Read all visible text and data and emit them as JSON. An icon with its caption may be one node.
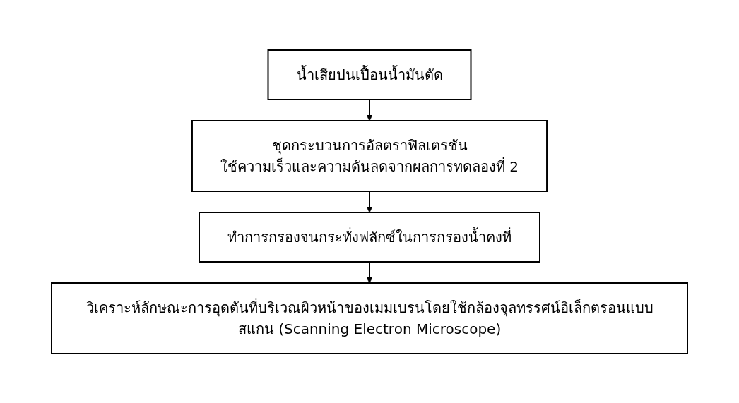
{
  "diagram": {
    "nodes": [
      {
        "text": [
          "น้ำเสียปนเปื้อนน้ำมันตัด"
        ]
      },
      {
        "text": [
          "ชุดกระบวนการอัลตราฟิลเตรชัน",
          "ใช้ความเร็วและความดันลดจากผลการทดลองที่ 2"
        ]
      },
      {
        "text": [
          "ทำการกรองจนกระทั่งฟลักซ์ในการกรองน้ำคงที่"
        ]
      },
      {
        "text": [
          "วิเคราะห์ลักษณะการอุดตันที่บริเวณผิวหน้าของเมมเบรนโดยใช้กล้องจุลทรรศน์อิเล็กตรอนแบบสแกน (Scanning Electron Microscope)"
        ]
      }
    ],
    "edges": [
      {
        "from": 0,
        "to": 1,
        "arrow": "to"
      },
      {
        "from": 1,
        "to": 2,
        "arrow": "to"
      },
      {
        "from": 2,
        "to": 3,
        "arrow": "to"
      }
    ]
  }
}
